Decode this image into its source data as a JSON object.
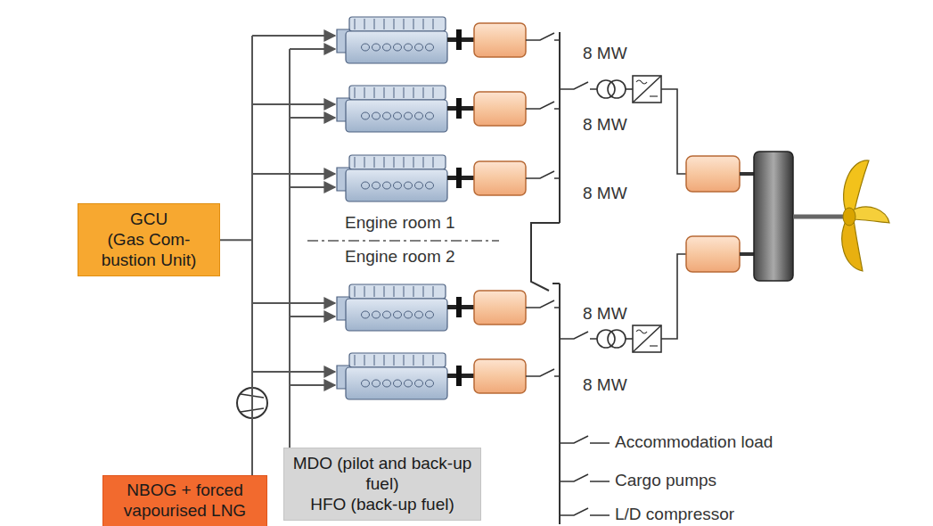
{
  "diagram": {
    "nodes": [
      {
        "text": [
          "GCU",
          "(Gas Com- bustion Unit)"
        ]
      },
      {
        "text": [
          "NBOG + forced vapourised LNG"
        ]
      },
      {
        "text": [
          "MDO (pilot and back-up fuel)",
          "HFO (back-up fuel)"
        ]
      }
    ],
    "edges": [
      {
        "from": 1,
        "to": 0,
        "arrow": "none"
      }
    ],
    "labels": [
      "8 MW",
      "8 MW",
      "8 MW",
      "8 MW",
      "8 MW",
      "Engine room 1",
      "Engine room 2",
      "Accommodation load",
      "Cargo pumps",
      "L/D compressor"
    ]
  }
}
